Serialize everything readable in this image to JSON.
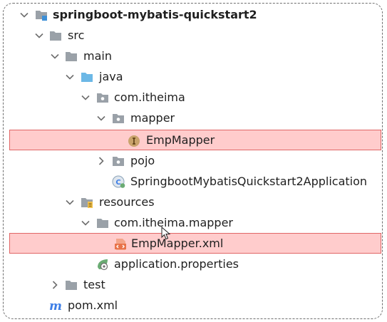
{
  "tree": {
    "items": [
      {
        "label": "springboot-mybatis-quickstart2",
        "icon": "project-module-icon",
        "expanded": true,
        "level": 0
      },
      {
        "label": "src",
        "icon": "folder-icon",
        "expanded": true,
        "level": 1
      },
      {
        "label": "main",
        "icon": "folder-icon",
        "expanded": true,
        "level": 2
      },
      {
        "label": "java",
        "icon": "source-folder-icon",
        "expanded": true,
        "level": 3
      },
      {
        "label": "com.itheima",
        "icon": "package-icon",
        "expanded": true,
        "level": 4
      },
      {
        "label": "mapper",
        "icon": "package-icon",
        "expanded": true,
        "level": 5
      },
      {
        "label": "EmpMapper",
        "icon": "interface-icon",
        "highlighted": true,
        "level": 6
      },
      {
        "label": "pojo",
        "icon": "package-icon",
        "expanded": false,
        "level": 5
      },
      {
        "label": "SpringbootMybatisQuickstart2Application",
        "icon": "spring-class-icon",
        "level": 5
      },
      {
        "label": "resources",
        "icon": "resources-folder-icon",
        "expanded": true,
        "level": 3
      },
      {
        "label": "com.itheima.mapper",
        "icon": "folder-icon",
        "expanded": true,
        "level": 4
      },
      {
        "label": "EmpMapper.xml",
        "icon": "xml-file-icon",
        "highlighted": true,
        "level": 5
      },
      {
        "label": "application.properties",
        "icon": "spring-properties-icon",
        "level": 4
      },
      {
        "label": "test",
        "icon": "folder-icon",
        "expanded": false,
        "level": 2
      },
      {
        "label": "pom.xml",
        "icon": "maven-icon",
        "level": 1
      }
    ]
  },
  "colors": {
    "highlight_fill": "#ffcccc",
    "highlight_border": "#e06666",
    "folder": "#9aa1a8",
    "source_folder": "#6cb8e6",
    "interface": "#c9a36b",
    "spring": "#6aab73",
    "maven": "#3d7ee6",
    "xml": "#e8734a"
  }
}
